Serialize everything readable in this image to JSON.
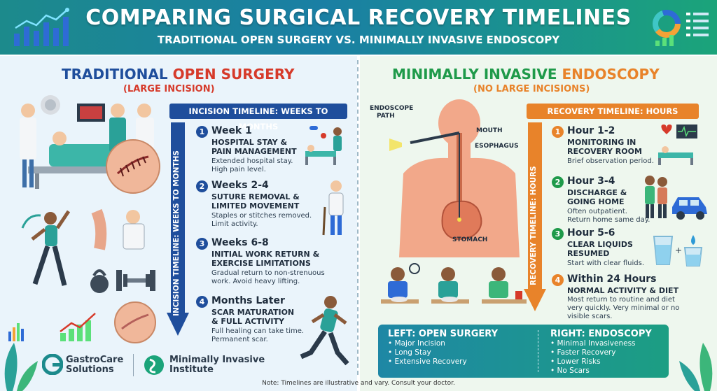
{
  "header": {
    "title": "COMPARING SURGICAL RECOVERY TIMELINES",
    "subtitle": "TRADITIONAL OPEN SURGERY VS. MINIMALLY INVASIVE ENDOSCOPY"
  },
  "left": {
    "title_part1": "TRADITIONAL ",
    "title_part2": "OPEN SURGERY",
    "subtitle": "(LARGE INCISION)",
    "timeline_header": "INCISION TIMELINE: WEEKS TO MONTHS",
    "arrow_label": "INCISION TIMELINE: WEEKS TO MONTHS",
    "steps": [
      {
        "num": "1",
        "head": "Week 1",
        "title1": "HOSPITAL STAY &",
        "title2": "PAIN MANAGEMENT",
        "desc1": "Extended hospital stay.",
        "desc2": "High pain level."
      },
      {
        "num": "2",
        "head": "Weeks 2-4",
        "title1": "SUTURE REMOVAL &",
        "title2": "LIMITED MOVEMENT",
        "desc1": "Staples or stitches removed.",
        "desc2": "Limit activity."
      },
      {
        "num": "3",
        "head": "Weeks 6-8",
        "title1": "INITIAL WORK RETURN &",
        "title2": "EXERCISE LIMITATIONS",
        "desc1": "Gradual return to non-strenuous",
        "desc2": "work. Avoid heavy lifting."
      },
      {
        "num": "4",
        "head": "Months Later",
        "title1": "SCAR MATURATION",
        "title2": "& FULL ACTIVITY",
        "desc1": "Full healing can take time.",
        "desc2": "Permanent scar."
      }
    ]
  },
  "right": {
    "title_part1": "MINIMALLY INVASIVE ",
    "title_part2": "ENDOSCOPY",
    "subtitle": "(NO LARGE INCISIONS)",
    "timeline_header": "RECOVERY TIMELINE: HOURS",
    "arrow_label": "RECOVERY TIMELINE: HOURS",
    "anatomy": {
      "endoscope": "ENDOSCOPE",
      "path": "PATH",
      "mouth": "MOUTH",
      "esophagus": "ESOPHAGUS",
      "stomach": "STOMACH"
    },
    "steps": [
      {
        "num": "1",
        "head": "Hour 1-2",
        "title1": "MONITORING IN",
        "title2": "RECOVERY ROOM",
        "desc1": "Brief observation period.",
        "desc2": ""
      },
      {
        "num": "2",
        "head": "Hour 3-4",
        "title1": "DISCHARGE &",
        "title2": "GOING HOME",
        "desc1": "Often outpatient.",
        "desc2": "Return home same day."
      },
      {
        "num": "3",
        "head": "Hour 5-6",
        "title1": "CLEAR LIQUIDS",
        "title2": "RESUMED",
        "desc1": "Start with clear fluids.",
        "desc2": ""
      },
      {
        "num": "4",
        "head": "Within 24 Hours",
        "title1": "NORMAL ACTIVITY & DIET",
        "title2": "",
        "desc1": "Most return to routine and diet",
        "desc2": "very quickly. Very minimal or no",
        "desc3": "visible scars."
      }
    ]
  },
  "logos": {
    "logo1_line1": "GastroCare",
    "logo1_line2": "Solutions",
    "logo2_line1": "Minimally Invasive",
    "logo2_line2": "Institute"
  },
  "summary": {
    "left_head": "LEFT: OPEN SURGERY",
    "left_items": [
      "Major Incision",
      "Long Stay",
      "Extensive Recovery"
    ],
    "right_head": "RIGHT: ENDOSCOPY",
    "right_items": [
      "Minimal Invasiveness",
      "Faster Recovery",
      "Lower Risks",
      "No Scars"
    ]
  },
  "footnote": "Note: Timelines are illustrative and vary. Consult your doctor.",
  "colors": {
    "blue": "#1f4e9c",
    "red": "#d63a2a",
    "green": "#1f9a4a",
    "orange": "#e8832a"
  }
}
